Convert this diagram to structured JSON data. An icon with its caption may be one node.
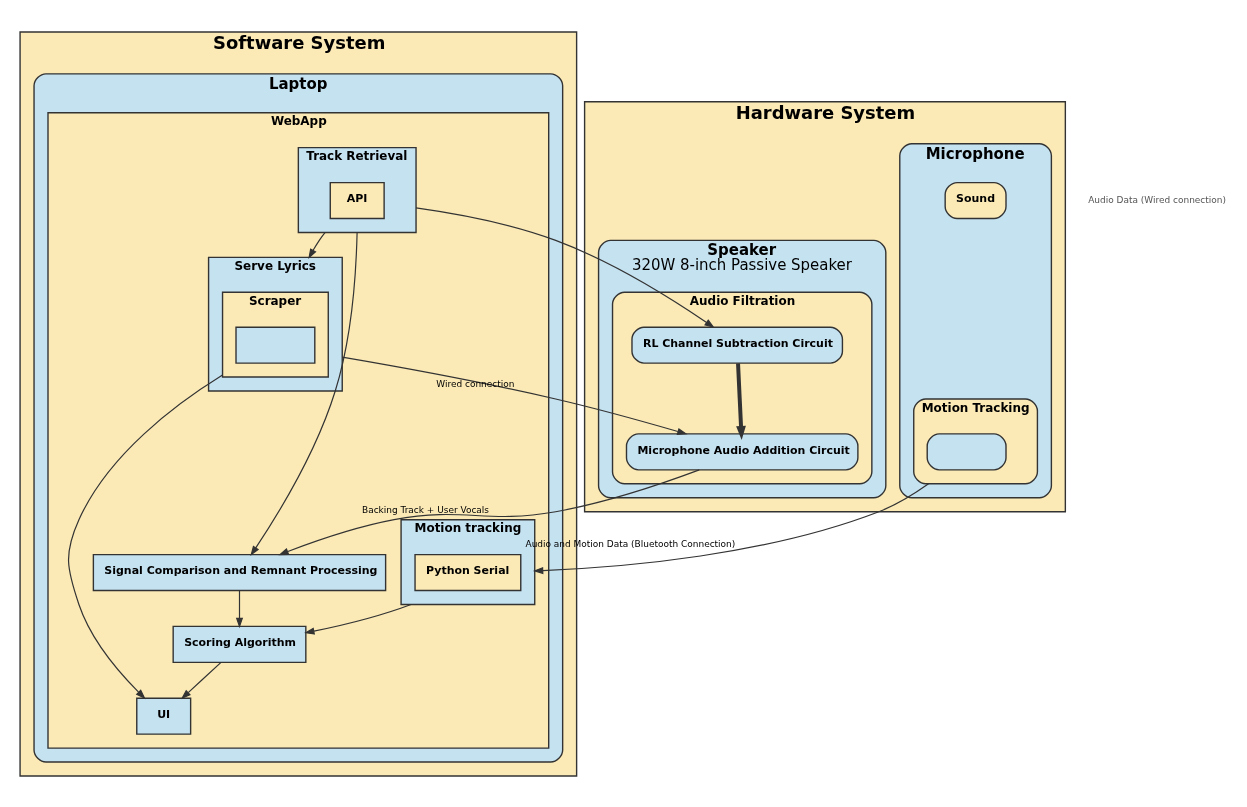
{
  "diagram": {
    "nodes": [
      {
        "text": [
          "Software System"
        ]
      },
      {
        "text": [
          "Laptop"
        ],
        "in": 0
      },
      {
        "text": [
          "WebApp"
        ],
        "in": 1
      },
      {
        "text": [
          "Track Retrieval"
        ],
        "in": 2
      },
      {
        "text": [
          "API"
        ],
        "in": 3
      },
      {
        "text": [
          "Signal Comparison and Remnant Processing"
        ],
        "in": 2
      },
      {
        "text": [
          "Motion tracking"
        ],
        "in": 2
      },
      {
        "text": [
          "Python Serial"
        ],
        "in": 6
      },
      {
        "text": [
          "Serve Lyrics"
        ],
        "in": 2
      },
      {
        "text": [
          "Scraper"
        ],
        "in": 8
      },
      {
        "text": [],
        "shape": "box",
        "in": 9
      },
      {
        "text": [
          "Scoring Algorithm"
        ],
        "in": 2
      },
      {
        "text": [
          "UI"
        ],
        "in": 2
      },
      {
        "text": [
          "Hardware System"
        ]
      },
      {
        "text": [
          "Speaker",
          "320W 8-inch Passive Speaker"
        ],
        "in": 13
      },
      {
        "text": [
          "Audio Filtration"
        ],
        "in": 14
      },
      {
        "text": [
          "RL Channel Subtraction Circuit"
        ],
        "in": 15
      },
      {
        "text": [
          "Microphone Audio Addition Circuit"
        ],
        "in": 15
      },
      {
        "text": [
          "Microphone"
        ],
        "in": 13
      },
      {
        "text": [
          "Motion Tracking"
        ],
        "in": 18
      },
      {
        "text": [],
        "shape": "box",
        "in": 19
      },
      {
        "text": [
          "Sound"
        ],
        "in": 18
      }
    ],
    "edges": [
      {
        "from": 3,
        "to": 5,
        "arrow": "to"
      },
      {
        "from": 3,
        "to": 8,
        "arrow": "to"
      },
      {
        "from": 3,
        "to": 16,
        "arrow": "to"
      },
      {
        "from": 16,
        "to": 17,
        "arrow": "to",
        "style": "thick"
      },
      {
        "from": 19,
        "to": 6,
        "arrow": "to",
        "label": "Audio and Motion Data (Bluetooth Connection)"
      },
      {
        "from": 8,
        "to": 17,
        "arrow": "to",
        "label": "Wired connection"
      },
      {
        "from": 5,
        "to": 11,
        "arrow": "to"
      },
      {
        "from": 6,
        "to": 11,
        "arrow": "to"
      },
      {
        "from": 11,
        "to": 12,
        "arrow": "to"
      },
      {
        "from": 9,
        "to": 12,
        "arrow": "to"
      },
      {
        "from": 17,
        "to": 5,
        "arrow": "to",
        "label": "Backing Track + User Vocals"
      }
    ],
    "labels": [
      "Audio Data (Wired connection)"
    ]
  }
}
